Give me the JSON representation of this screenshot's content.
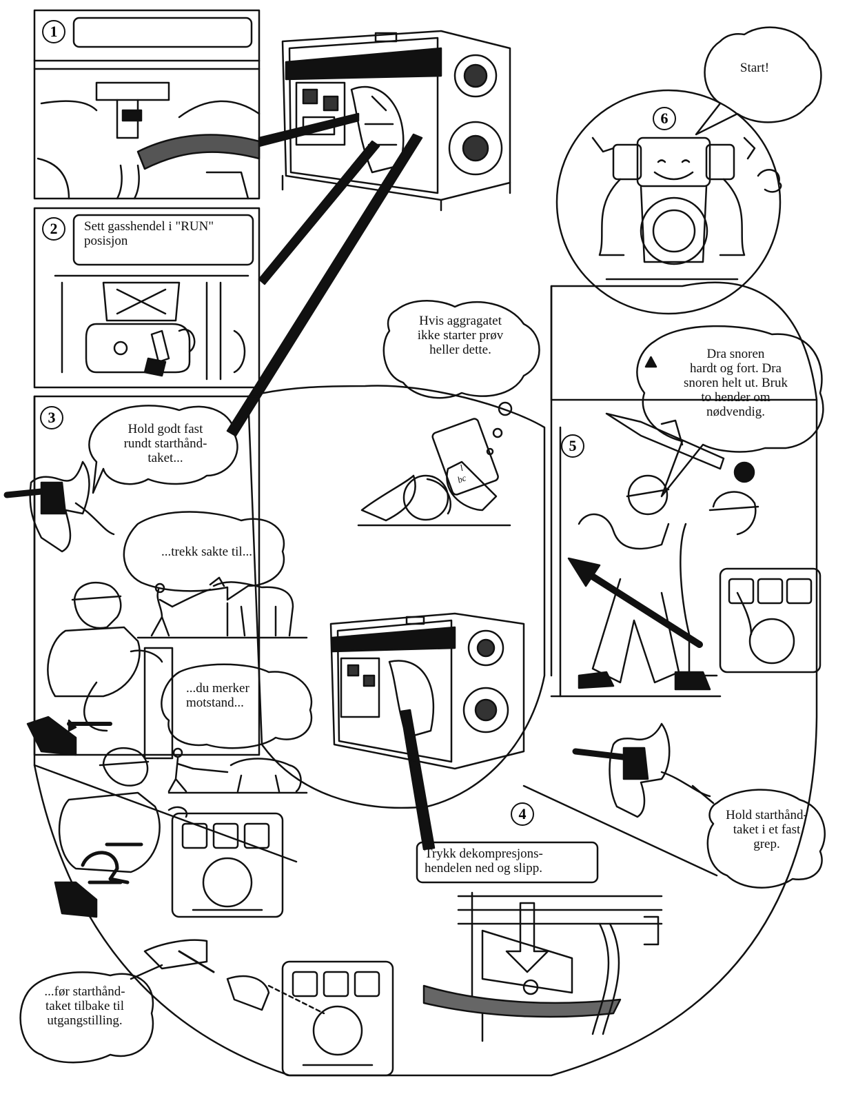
{
  "steps": {
    "s1": {
      "number": "1",
      "text": ""
    },
    "s2": {
      "number": "2",
      "text": "Sett gasshendel i \"RUN\"\nposisjon"
    },
    "s3": {
      "number": "3"
    },
    "s4": {
      "number": "4",
      "text": "Trykk dekompresjons-\nhendelen ned og slipp."
    },
    "s5": {
      "number": "5"
    },
    "s6": {
      "number": "6"
    }
  },
  "bubbles": {
    "start": "Start!",
    "if_not": "Hvis aggragatet\nikke starter prøv\nheller dette.",
    "hold_firm": "Hold godt fast\nrundt starthånd-\ntaket...",
    "pull_slow": "...trekk sakte til...",
    "resistance": "...du merker\nmotstand...",
    "return": "...før starthånd-\ntaket tilbake til\nutgangstilling.",
    "pull_hard": "Dra snoren\nhardt og fort. Dra\nsnoren helt ut. Bruk\nto hender om\nnødvendig.",
    "hold_grip": "Hold starthånd-\ntaket i et fast\ngrep."
  },
  "doodle": {
    "line1": "l",
    "line2": "bc"
  }
}
